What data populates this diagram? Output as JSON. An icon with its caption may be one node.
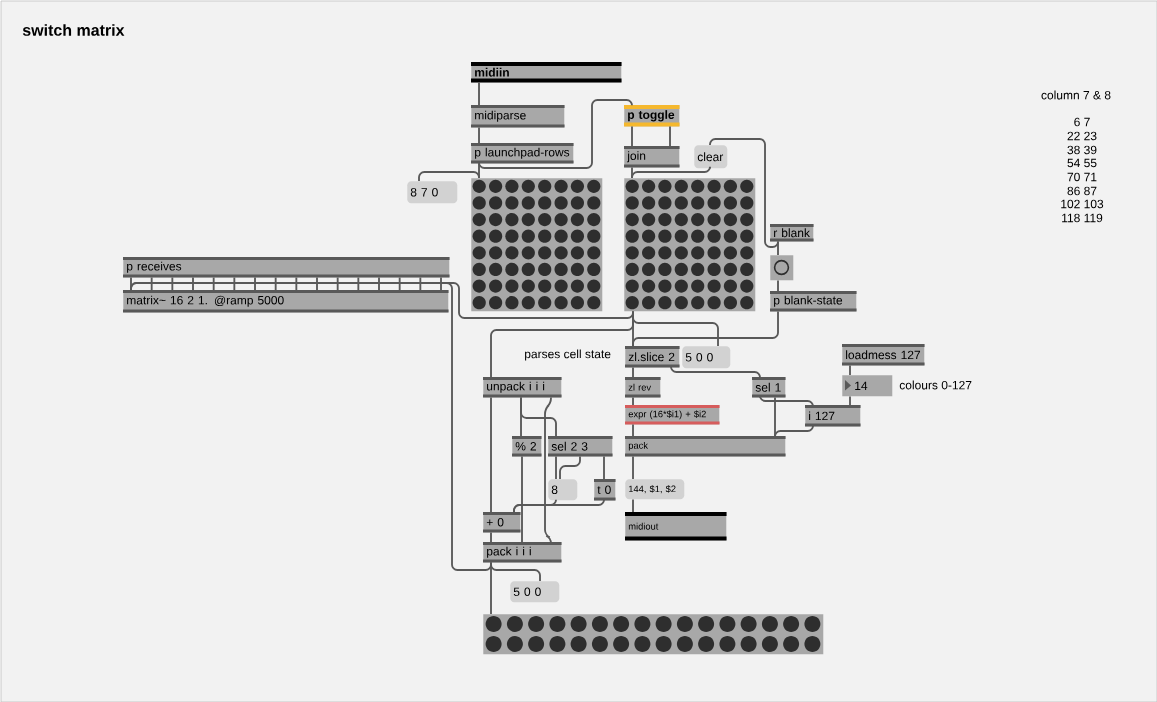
{
  "diagram": {
    "title": "switch matrix",
    "nodes": [
      {
        "text": [
          "midiin"
        ]
      },
      {
        "text": [
          "midiparse"
        ]
      },
      {
        "text": [
          "p launchpad-rows"
        ]
      },
      {
        "text": [
          "8 7 0"
        ]
      },
      {
        "text": [],
        "shape": "grid"
      },
      {
        "text": [
          "p toggle"
        ]
      },
      {
        "text": [
          "join"
        ]
      },
      {
        "text": [
          "clear"
        ]
      },
      {
        "text": [],
        "shape": "grid"
      },
      {
        "text": [
          "r blank"
        ]
      },
      {
        "text": [],
        "shape": "button"
      },
      {
        "text": [
          "p blank-state"
        ]
      },
      {
        "text": [
          "p receives"
        ]
      },
      {
        "text": [
          "matrix~ 16 2 1. @ramp 5000"
        ]
      },
      {
        "text": [
          "zl.slice 2"
        ]
      },
      {
        "text": [
          "5 0 0"
        ]
      },
      {
        "text": [
          "unpack i i i"
        ]
      },
      {
        "text": [
          "zl rev"
        ]
      },
      {
        "text": [
          "sel 1"
        ]
      },
      {
        "text": [
          "loadmess 127"
        ]
      },
      {
        "text": [
          "14"
        ]
      },
      {
        "text": [
          "expr (16*$i1) + $i2"
        ]
      },
      {
        "text": [
          "i 127"
        ]
      },
      {
        "text": [
          "% 2"
        ]
      },
      {
        "text": [
          "sel 2 3"
        ]
      },
      {
        "text": [
          "pack"
        ]
      },
      {
        "text": [
          "8"
        ]
      },
      {
        "text": [
          "t 0"
        ]
      },
      {
        "text": [
          "144, $1, $2"
        ]
      },
      {
        "text": [
          "+ 0"
        ]
      },
      {
        "text": [
          "midiout"
        ]
      },
      {
        "text": [
          "pack i i i"
        ]
      },
      {
        "text": [
          "5 0 0"
        ]
      },
      {
        "text": [],
        "shape": "grid"
      }
    ],
    "edges": [
      {
        "from": 0,
        "to": 1,
        "arrow": "none"
      },
      {
        "from": 1,
        "to": 2,
        "arrow": "none"
      },
      {
        "from": 2,
        "to": 4,
        "arrow": "none"
      },
      {
        "from": 3,
        "to": 4,
        "arrow": "none"
      },
      {
        "from": 2,
        "to": 5,
        "arrow": "none"
      },
      {
        "from": 5,
        "to": 6,
        "arrow": "none"
      },
      {
        "from": 5,
        "to": 6,
        "arrow": "none"
      },
      {
        "from": 6,
        "to": 8,
        "arrow": "none"
      },
      {
        "from": 7,
        "to": 8,
        "arrow": "none"
      },
      {
        "from": 9,
        "to": 7,
        "arrow": "none"
      },
      {
        "from": 9,
        "to": 10,
        "arrow": "none"
      },
      {
        "from": 10,
        "to": 11,
        "arrow": "none"
      },
      {
        "from": 12,
        "to": 13,
        "arrow": "none"
      },
      {
        "from": 12,
        "to": 13,
        "arrow": "none"
      },
      {
        "from": 12,
        "to": 13,
        "arrow": "none"
      },
      {
        "from": 12,
        "to": 13,
        "arrow": "none"
      },
      {
        "from": 12,
        "to": 13,
        "arrow": "none"
      },
      {
        "from": 12,
        "to": 13,
        "arrow": "none"
      },
      {
        "from": 12,
        "to": 13,
        "arrow": "none"
      },
      {
        "from": 12,
        "to": 13,
        "arrow": "none"
      },
      {
        "from": 12,
        "to": 13,
        "arrow": "none"
      },
      {
        "from": 12,
        "to": 13,
        "arrow": "none"
      },
      {
        "from": 12,
        "to": 13,
        "arrow": "none"
      },
      {
        "from": 12,
        "to": 13,
        "arrow": "none"
      },
      {
        "from": 12,
        "to": 13,
        "arrow": "none"
      },
      {
        "from": 12,
        "to": 13,
        "arrow": "none"
      },
      {
        "from": 12,
        "to": 13,
        "arrow": "none"
      },
      {
        "from": 12,
        "to": 13,
        "arrow": "none"
      },
      {
        "from": 8,
        "to": 13,
        "arrow": "none"
      },
      {
        "from": 31,
        "to": 13,
        "arrow": "none"
      },
      {
        "from": 8,
        "to": 14,
        "arrow": "none"
      },
      {
        "from": 8,
        "to": 15,
        "arrow": "none"
      },
      {
        "from": 8,
        "to": 16,
        "arrow": "none"
      },
      {
        "from": 11,
        "to": 14,
        "arrow": "none"
      },
      {
        "from": 14,
        "to": 17,
        "arrow": "none"
      },
      {
        "from": 14,
        "to": 18,
        "arrow": "none"
      },
      {
        "from": 17,
        "to": 21,
        "arrow": "none"
      },
      {
        "from": 21,
        "to": 25,
        "arrow": "none"
      },
      {
        "from": 18,
        "to": 22,
        "arrow": "none"
      },
      {
        "from": 18,
        "to": 25,
        "arrow": "none"
      },
      {
        "from": 22,
        "to": 25,
        "arrow": "none"
      },
      {
        "from": 19,
        "to": 20,
        "arrow": "none"
      },
      {
        "from": 20,
        "to": 22,
        "arrow": "none"
      },
      {
        "from": 25,
        "to": 28,
        "arrow": "none"
      },
      {
        "from": 28,
        "to": 30,
        "arrow": "none"
      },
      {
        "from": 16,
        "to": 29,
        "arrow": "none"
      },
      {
        "from": 16,
        "to": 23,
        "arrow": "none"
      },
      {
        "from": 16,
        "to": 24,
        "arrow": "none"
      },
      {
        "from": 16,
        "to": 31,
        "arrow": "none"
      },
      {
        "from": 24,
        "to": 26,
        "arrow": "none"
      },
      {
        "from": 24,
        "to": 26,
        "arrow": "none"
      },
      {
        "from": 24,
        "to": 27,
        "arrow": "none"
      },
      {
        "from": 26,
        "to": 29,
        "arrow": "none"
      },
      {
        "from": 27,
        "to": 29,
        "arrow": "none"
      },
      {
        "from": 23,
        "to": 31,
        "arrow": "none"
      },
      {
        "from": 29,
        "to": 31,
        "arrow": "none"
      },
      {
        "from": 31,
        "to": 32,
        "arrow": "none"
      },
      {
        "from": 31,
        "to": 33,
        "arrow": "none"
      }
    ],
    "labels": [
      "parses cell state",
      "colours 0-127",
      "column 7 & 8",
      "6 7",
      "22 23",
      "38 39",
      "54 55",
      "70 71",
      "86 87",
      "102 103",
      "118 119"
    ]
  }
}
